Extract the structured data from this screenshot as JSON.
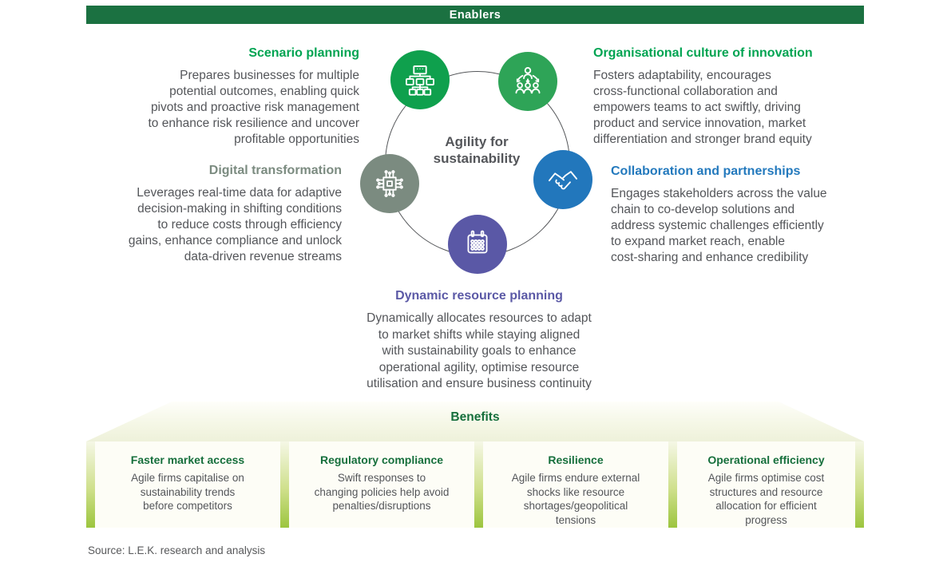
{
  "banner": {
    "label": "Enablers"
  },
  "hub": {
    "title": "Agility for\nsustainability"
  },
  "enablers": {
    "scenario": {
      "title": "Scenario planning",
      "body": "Prepares businesses for multiple\npotential outcomes, enabling quick\npivots and proactive risk management\nto enhance risk resilience and uncover\nprofitable opportunities"
    },
    "digital": {
      "title": "Digital transformation",
      "body": "Leverages real-time data for adaptive\ndecision-making in shifting conditions\nto reduce costs through efficiency\ngains, enhance compliance and unlock\ndata-driven revenue streams"
    },
    "culture": {
      "title": "Organisational culture of innovation",
      "body": "Fosters adaptability, encourages\ncross-functional collaboration and\nempowers teams to act swiftly, driving\nproduct and service innovation, market\ndifferentiation and stronger brand equity"
    },
    "collaboration": {
      "title": "Collaboration and partnerships",
      "body": "Engages stakeholders across the value\nchain to co-develop solutions and\naddress systemic challenges efficiently\nto expand market reach, enable\ncost-sharing and enhance credibility"
    },
    "dynamic": {
      "title": "Dynamic resource planning",
      "body": "Dynamically allocates resources to adapt\nto market shifts while staying aligned\nwith sustainability goals to enhance\noperational agility, optimise resource\nutilisation and ensure business continuity"
    }
  },
  "icons": {
    "org_chart": "org-chart-icon",
    "team": "team-delegation-icon",
    "chip": "microchip-icon",
    "handshake": "handshake-icon",
    "calendar": "calendar-icon"
  },
  "benefits": {
    "label": "Benefits",
    "items": [
      {
        "title": "Faster market access",
        "body": "Agile firms capitalise on\nsustainability trends\nbefore competitors"
      },
      {
        "title": "Regulatory compliance",
        "body": "Swift responses to\nchanging policies help avoid\npenalties/disruptions"
      },
      {
        "title": "Resilience",
        "body": "Agile firms endure external\nshocks like resource\nshortages/geopolitical\ntensions"
      },
      {
        "title": "Operational efficiency",
        "body": "Agile firms optimise cost\nstructures and resource\nallocation for efficient\nprogress"
      }
    ]
  },
  "source": {
    "text": "Source: L.E.K. research and analysis"
  },
  "colors": {
    "banner_green": "#1B7141",
    "heading_green": "#00A452",
    "sage": "#7B8B80",
    "blue": "#2379BD",
    "purple": "#5B59A6",
    "benefit_heading_green": "#166F3C",
    "bar_green": "#9CC53E",
    "body_gray": "#54565A",
    "circle_green_dark": "#0FA04D",
    "circle_green_light": "#2EA457"
  }
}
